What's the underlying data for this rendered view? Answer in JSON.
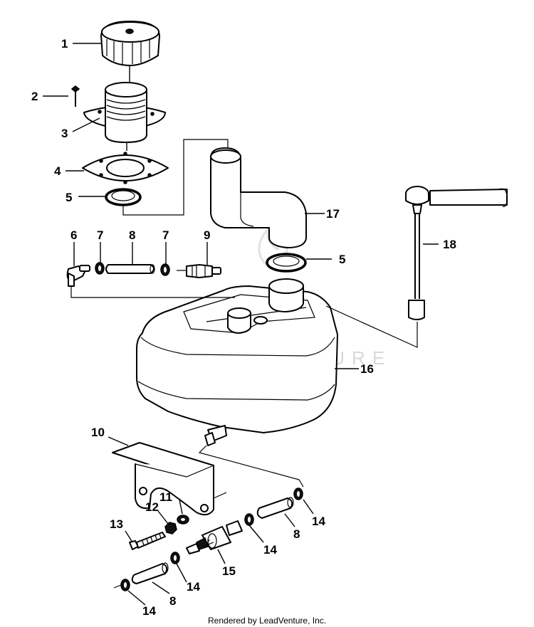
{
  "watermark": "LEADVENTURE",
  "footer": "Rendered by LeadVenture, Inc.",
  "callouts": {
    "c1": "1",
    "c2": "2",
    "c3": "3",
    "c4": "4",
    "c5a": "5",
    "c5b": "5",
    "c6": "6",
    "c7a": "7",
    "c7b": "7",
    "c8a": "8",
    "c8b": "8",
    "c8c": "8",
    "c9": "9",
    "c10": "10",
    "c11": "11",
    "c12": "12",
    "c13": "13",
    "c14a": "14",
    "c14b": "14",
    "c14c": "14",
    "c14d": "14",
    "c15": "15",
    "c16": "16",
    "c17": "17",
    "c18": "18"
  }
}
